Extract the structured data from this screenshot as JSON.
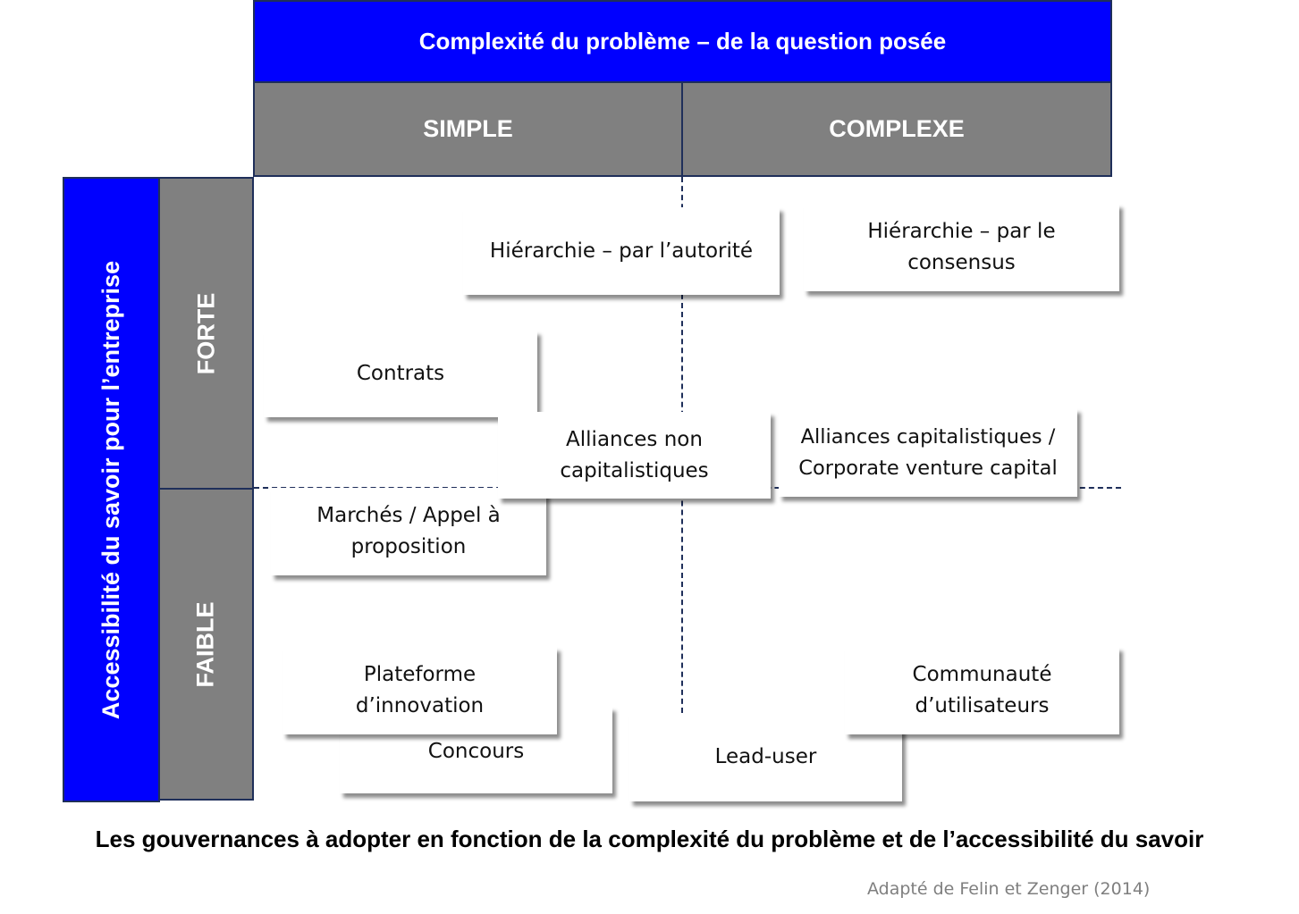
{
  "header": {
    "title": "Complexité du problème – de la question posée",
    "col_simple": "SIMPLE",
    "col_complexe": "COMPLEXE"
  },
  "side": {
    "title": "Accessibilité du savoir pour l’entreprise",
    "row_forte": "FORTE",
    "row_faible": "FAIBLE"
  },
  "cards": {
    "hierarchie_autorite": "Hiérarchie – par l’autorité",
    "hierarchie_consensus": "Hiérarchie – par le consensus",
    "contrats": "Contrats",
    "alliances_non_cap": "Alliances non capitalistiques",
    "alliances_cap": "Alliances capitalistiques / Corporate venture capital",
    "marches": "Marchés / Appel à proposition",
    "plateforme": "Plateforme d’innovation",
    "concours": "Concours",
    "lead_user": "Lead-user",
    "communaute": "Communauté d’utilisateurs"
  },
  "caption": "Les gouvernances à adopter en fonction de la complexité du problème et de l’accessibilité du savoir",
  "source": "Adapté de Felin et Zenger (2014)",
  "colors": {
    "header_blue": "#0000ff",
    "header_gray": "#808080",
    "border": "#1f2f5a"
  }
}
